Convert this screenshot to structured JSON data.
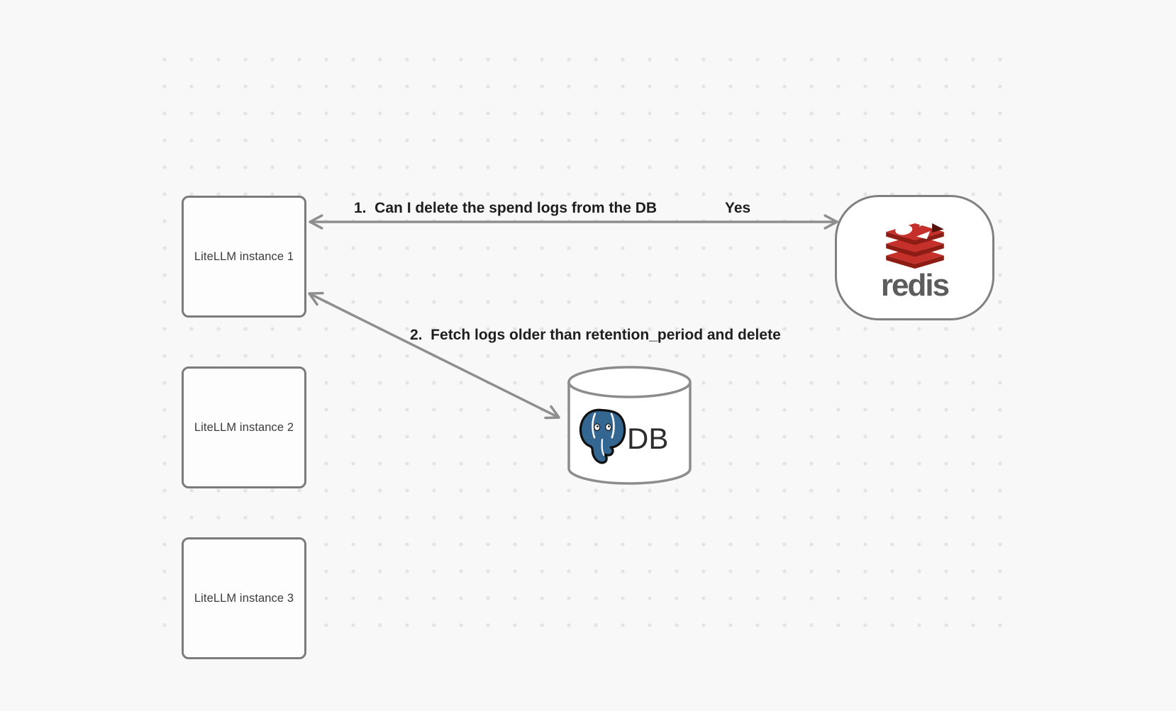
{
  "canvas": {
    "background_color": "#f8f8f8",
    "dot_color": "#e4e4e4"
  },
  "nodes": {
    "litellm_instances": [
      {
        "label": "LiteLLM instance 1"
      },
      {
        "label": "LiteLLM instance 2"
      },
      {
        "label": "LiteLLM instance 3"
      }
    ],
    "redis": {
      "wordmark": "redis",
      "icon": "redis-logo",
      "brand_red": "#c6302b",
      "brand_red_dark": "#8c1c14",
      "wordmark_color": "#5c5c5c"
    },
    "db": {
      "label": "DB",
      "icon": "postgresql-elephant-logo",
      "postgres_blue": "#336791",
      "shape": "cylinder"
    }
  },
  "edges": [
    {
      "label": "1.  Can I delete the spend logs from the DB",
      "response": "Yes",
      "from": "LiteLLM instance 1",
      "to": "redis",
      "direction": "bidirectional"
    },
    {
      "label": "2.  Fetch logs older than retention_period and delete",
      "from": "LiteLLM instance 1",
      "to": "DB",
      "direction": "bidirectional"
    }
  ],
  "colors": {
    "arrow": "#8e8e8e",
    "node_border": "#7b7b7b",
    "edge_label_text": "#1e1e1e",
    "node_label_text": "#3c3c3c"
  }
}
